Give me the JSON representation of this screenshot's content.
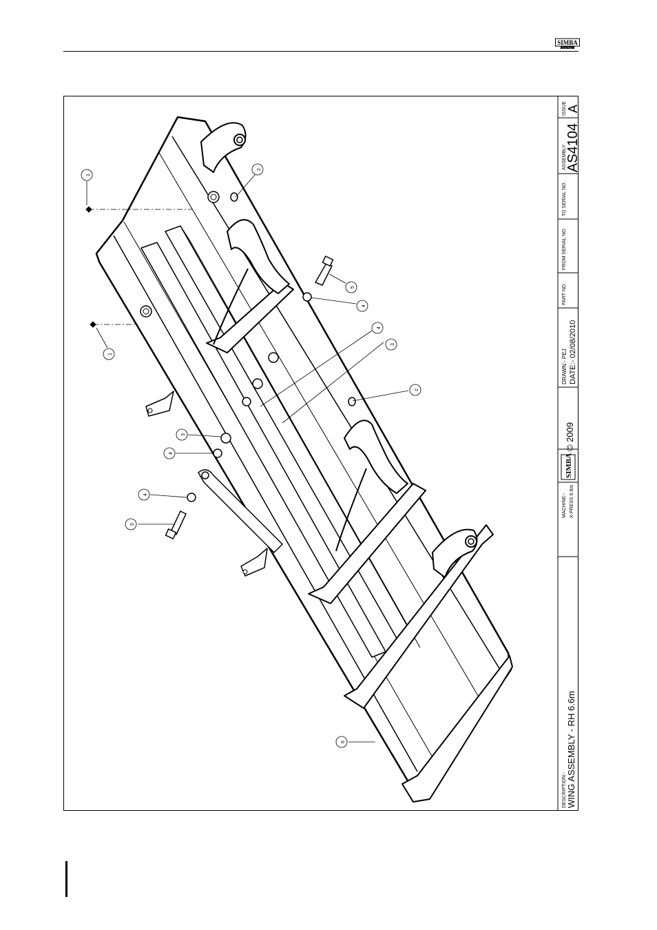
{
  "header": {
    "logo_text": "SIMBA",
    "logo_subtext": "Great Plains"
  },
  "title_block": {
    "description_label": "DESCRIPTION:-",
    "description": "WING ASSEMBLY - RH 6.6m",
    "machine_label": "MACHINE:-",
    "machine": "X-PRESS 6.6m",
    "logo": "SIMBA",
    "copyright": "© 2009",
    "drawn": "DRAWN:- PEJ",
    "date": "DATE:- 02/08/2010",
    "part_no_label": "PART NO.",
    "from_serial_label": "FROM SERIAL NO.",
    "to_serial_label": "TO SERIAL NO.",
    "assembly_label": "ASSEMBLY",
    "assembly": "AS4104",
    "issue_label": "ISSUE",
    "issue": "A"
  },
  "callouts": [
    "1",
    "2",
    "1",
    "5",
    "4",
    "4",
    "3",
    "2",
    "3",
    "4",
    "4",
    "5",
    "6"
  ]
}
